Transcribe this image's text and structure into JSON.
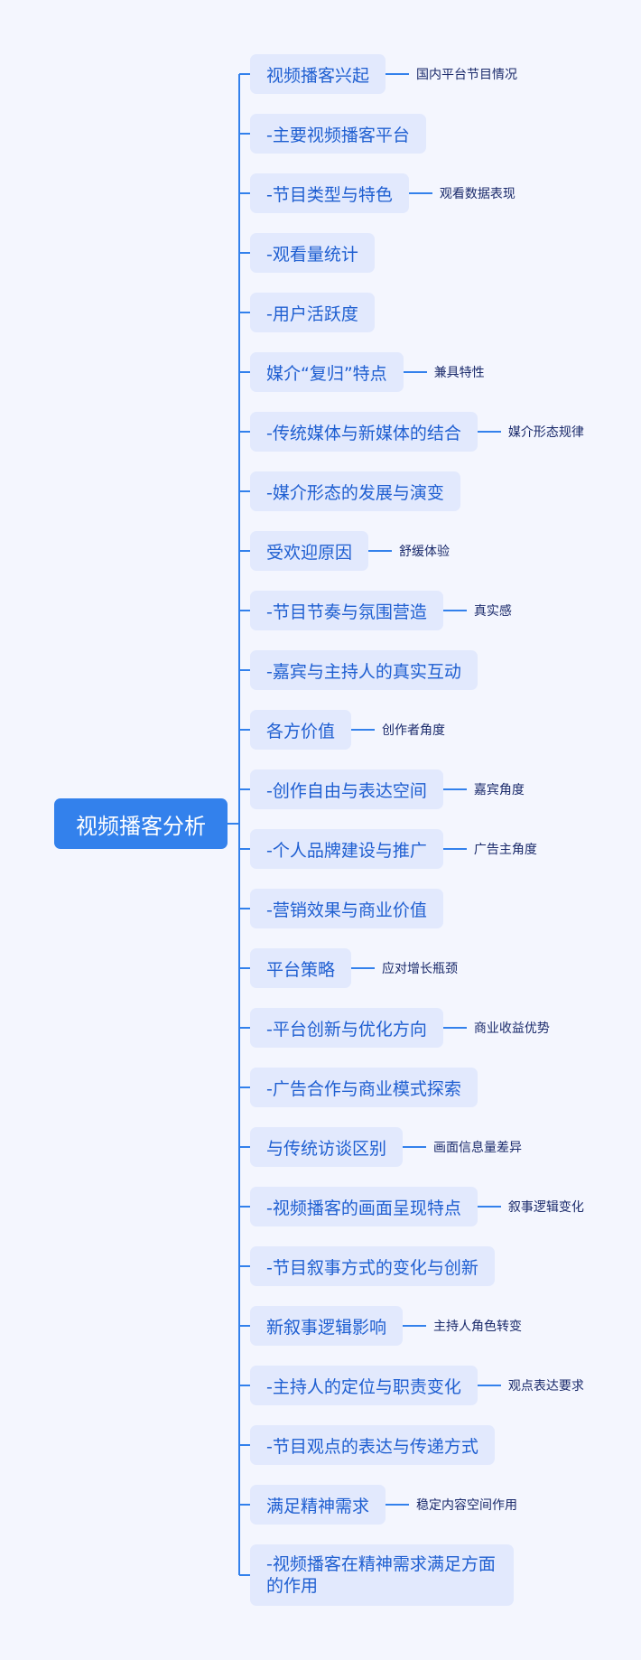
{
  "root": "视频播客分析",
  "nodes": [
    {
      "text": "视频播客兴起",
      "note": "国内平台节目情况"
    },
    {
      "text": "-主要视频播客平台",
      "note": null
    },
    {
      "text": "-节目类型与特色",
      "note": "观看数据表现"
    },
    {
      "text": "-观看量统计",
      "note": null
    },
    {
      "text": "-用户活跃度",
      "note": null
    },
    {
      "text": "媒介“复归”特点",
      "note": "兼具特性"
    },
    {
      "text": "-传统媒体与新媒体的结合",
      "note": "媒介形态规律"
    },
    {
      "text": "-媒介形态的发展与演变",
      "note": null
    },
    {
      "text": "受欢迎原因",
      "note": "舒缓体验"
    },
    {
      "text": "-节目节奏与氛围营造",
      "note": "真实感"
    },
    {
      "text": "-嘉宾与主持人的真实互动",
      "note": null
    },
    {
      "text": "各方价值",
      "note": "创作者角度"
    },
    {
      "text": "-创作自由与表达空间",
      "note": "嘉宾角度"
    },
    {
      "text": "-个人品牌建设与推广",
      "note": "广告主角度"
    },
    {
      "text": "-营销效果与商业价值",
      "note": null
    },
    {
      "text": "平台策略",
      "note": "应对增长瓶颈"
    },
    {
      "text": "-平台创新与优化方向",
      "note": "商业收益优势"
    },
    {
      "text": "-广告合作与商业模式探索",
      "note": null
    },
    {
      "text": "与传统访谈区别",
      "note": "画面信息量差异"
    },
    {
      "text": "-视频播客的画面呈现特点",
      "note": "叙事逻辑变化"
    },
    {
      "text": "-节目叙事方式的变化与创新",
      "note": null
    },
    {
      "text": "新叙事逻辑影响",
      "note": "主持人角色转变"
    },
    {
      "text": "-主持人的定位与职责变化",
      "note": "观点表达要求"
    },
    {
      "text": "-节目观点的表达与传递方式",
      "note": null
    },
    {
      "text": "满足精神需求",
      "note": "稳定内容空间作用"
    },
    {
      "text": "-视频播客在精神需求满足方面的作用",
      "note": null
    }
  ]
}
